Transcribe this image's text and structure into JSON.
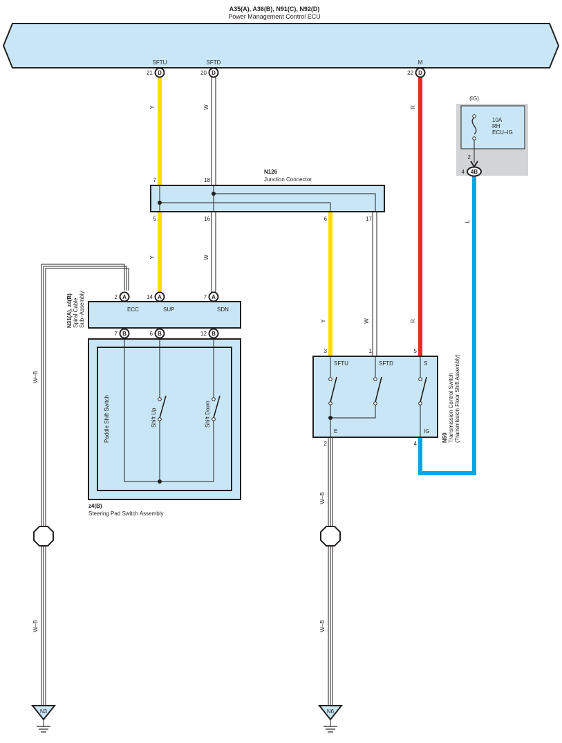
{
  "ecu": {
    "codes": "A35(A), A36(B), N91(C), N92(D)",
    "name": "Power Management Control ECU",
    "pins": [
      {
        "signal": "SFTU",
        "number": "21",
        "connector": "D"
      },
      {
        "signal": "SFTD",
        "number": "20",
        "connector": "D"
      },
      {
        "signal": "M",
        "number": "22",
        "connector": "D"
      }
    ]
  },
  "wire_colors": {
    "yellow": "#fedd00",
    "white": "#ffffff",
    "red": "#ee2a24",
    "blue": "#00a6e6",
    "background_box": "#c8e6f6",
    "fuse_panel": "#d3d4d6"
  },
  "wires": {
    "ecu_sftu": "Y",
    "ecu_sftd": "W",
    "ecu_m": "R",
    "fuse_out": "L",
    "jc_sup": "Y",
    "jc_sdn": "W",
    "jc_sftu": "Y",
    "jc_sftd": "W",
    "m_to_s": "R",
    "ground_left_upper": "W–B",
    "ground_left_lower": "W–B",
    "ground_right_upper": "W–B",
    "ground_right_lower": "W–B"
  },
  "fuse": {
    "group": "(IG)",
    "rating": "10A",
    "side": "RH",
    "name": "ECU–IG",
    "pin_top": "2",
    "pin_number": "4",
    "pin_connector": "4B"
  },
  "junction": {
    "code": "N126",
    "name": "Junction Connector",
    "pins_top": [
      "7",
      "18"
    ],
    "pins_bottom": [
      "5",
      "16",
      "6",
      "17"
    ]
  },
  "spiral": {
    "code": "N31(A), z4(B)",
    "name_line1": "Spiral Cable",
    "name_line2": "Sub–Assembly",
    "pins_top": [
      {
        "number": "2",
        "connector": "A",
        "signal": "ECC"
      },
      {
        "number": "14",
        "connector": "A",
        "signal": "SUP"
      },
      {
        "number": "7",
        "connector": "A",
        "signal": "SDN"
      }
    ],
    "pins_bottom": [
      {
        "number": "7",
        "connector": "B"
      },
      {
        "number": "6",
        "connector": "B"
      },
      {
        "number": "12",
        "connector": "B"
      }
    ]
  },
  "steering_pad": {
    "code": "z4(B)",
    "name": "Steering Pad Switch Assembly",
    "inner_label": "Paddle Shift Switch",
    "switch_up": "Shift Up",
    "switch_down": "Shift Down"
  },
  "transmission": {
    "code": "N50",
    "name_line1": "Transmission Control Switch",
    "name_line2": "(Transmission Floor Shift Assembly)",
    "pins_top": [
      {
        "number": "3",
        "signal": "SFTU"
      },
      {
        "number": "1",
        "signal": "SFTD"
      },
      {
        "number": "5",
        "signal": "S"
      }
    ],
    "pins_bottom": [
      {
        "number": "2",
        "signal": "E"
      },
      {
        "number": "4",
        "signal": "IG"
      }
    ]
  },
  "grounds": {
    "left": "N3",
    "right": "N6"
  }
}
